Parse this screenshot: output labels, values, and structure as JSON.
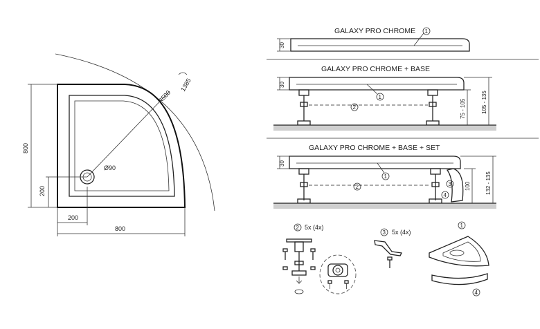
{
  "plan_view": {
    "dim_width": "800",
    "dim_height": "800",
    "dim_drain_x": "200",
    "dim_drain_y": "200",
    "radius_label": "R500",
    "radius_big_label": "1385",
    "drain_label": "Ø90"
  },
  "section_1": {
    "title": "GALAXY PRO CHROME",
    "height_dim": "30",
    "callout": "1"
  },
  "section_2": {
    "title": "GALAXY PRO CHROME + BASE",
    "height_dim": "30",
    "callout_tray": "1",
    "callout_base": "2",
    "leg_dim": "75 - 105",
    "total_dim": "105 - 135"
  },
  "section_3": {
    "title": "GALAXY PRO CHROME + BASE + SET",
    "height_dim": "30",
    "callout_tray": "1",
    "callout_base": "2",
    "callout_clip": "3",
    "callout_panel": "4",
    "leg_dim": "100",
    "total_dim": "132 - 135"
  },
  "parts": {
    "legs_num": "2",
    "legs_qty": "5x (4x)",
    "clips_num": "3",
    "clips_qty": "5x (4x)",
    "tray_num": "1",
    "panel_num": "4"
  }
}
